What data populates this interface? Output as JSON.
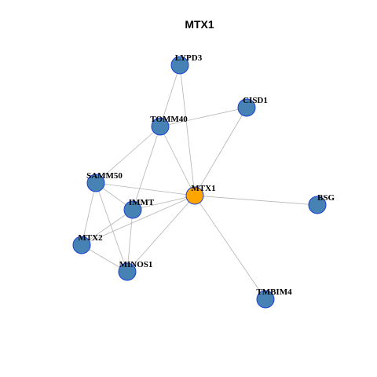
{
  "diagram": {
    "title": "MTX1",
    "colors": {
      "node_default": "#4682B4",
      "node_center": "#FFA500",
      "node_border": "#1C3FD6",
      "edge": "#B3B3B3"
    },
    "nodes": [
      {
        "id": "LYPD3",
        "label": "LYPD3",
        "center": false
      },
      {
        "id": "CISD1",
        "label": "CISD1",
        "center": false
      },
      {
        "id": "TOMM40",
        "label": "TOMM40",
        "center": false
      },
      {
        "id": "SAMM50",
        "label": "SAMM50",
        "center": false
      },
      {
        "id": "MTX1",
        "label": "MTX1",
        "center": true
      },
      {
        "id": "IMMT",
        "label": "IMMT",
        "center": false
      },
      {
        "id": "BSG",
        "label": "BSG",
        "center": false
      },
      {
        "id": "MTX2",
        "label": "MTX2",
        "center": false
      },
      {
        "id": "MINOS1",
        "label": "MINOS1",
        "center": false
      },
      {
        "id": "TMBIM4",
        "label": "TMBIM4",
        "center": false
      }
    ],
    "edges": [
      [
        "LYPD3",
        "TOMM40"
      ],
      [
        "LYPD3",
        "MTX1"
      ],
      [
        "TOMM40",
        "CISD1"
      ],
      [
        "CISD1",
        "MTX1"
      ],
      [
        "TOMM40",
        "SAMM50"
      ],
      [
        "TOMM40",
        "MTX1"
      ],
      [
        "TOMM40",
        "IMMT"
      ],
      [
        "SAMM50",
        "MTX1"
      ],
      [
        "SAMM50",
        "MTX2"
      ],
      [
        "SAMM50",
        "MINOS1"
      ],
      [
        "SAMM50",
        "IMMT"
      ],
      [
        "IMMT",
        "MTX1"
      ],
      [
        "IMMT",
        "MTX2"
      ],
      [
        "IMMT",
        "MINOS1"
      ],
      [
        "MTX2",
        "MTX1"
      ],
      [
        "MTX2",
        "MINOS1"
      ],
      [
        "MINOS1",
        "MTX1"
      ],
      [
        "MTX1",
        "BSG"
      ],
      [
        "MTX1",
        "TMBIM4"
      ]
    ]
  }
}
